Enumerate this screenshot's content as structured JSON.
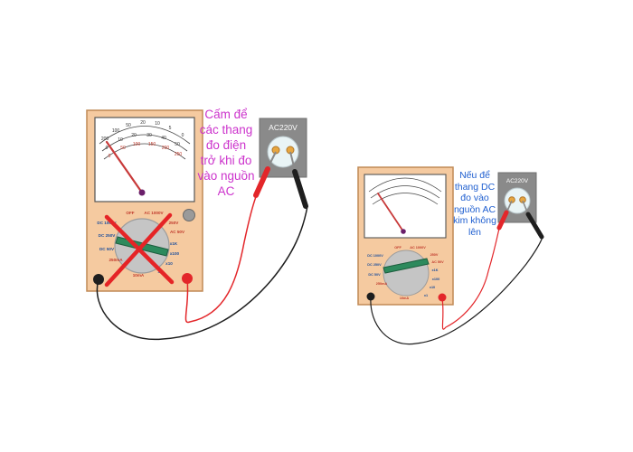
{
  "colors": {
    "meter_body": "#f5caa0",
    "meter_outline": "#c08a56",
    "dial": "#c5c5c5",
    "selector": "#2d8a5d",
    "needle": "#c83a3a",
    "cross": "#e52426",
    "socket_box": "#8a8a8a",
    "socket_face": "#e9f4f6",
    "socket_hole": "#e7a640",
    "note_left": "#cc33cc",
    "note_right": "#1f5fd0",
    "probe_red": "#e3262a",
    "probe_black": "#1e1e1e"
  },
  "left_setup": {
    "socket_label": "AC220V",
    "note": "Cấm để\ncác thang\nđo điện\ntrở khi đo\nvào nguồn\nAC",
    "scale_top": [
      "200",
      "100",
      "50",
      "20",
      "10",
      "5",
      "0"
    ],
    "scale_mid": [
      "0",
      "10",
      "20",
      "30",
      "40",
      "50"
    ],
    "scale_low": [
      "0",
      "50",
      "100",
      "150",
      "200",
      "250"
    ],
    "dial_labels": [
      "OFF",
      "AC 1000V",
      "DC 1000V",
      "250V",
      "DC 250V",
      "AC 50V",
      "DC 50V",
      "x1K",
      "x100",
      "250mA",
      "x10",
      "10mA",
      "x1"
    ]
  },
  "right_setup": {
    "socket_label": "AC220V",
    "note": "Nếu để\nthang DC\nđo vào\nnguồn AC\nkim không\nlên",
    "dial_labels": [
      "OFF",
      "AC 1000V",
      "DC 1000V",
      "250V",
      "DC 250V",
      "AC 50V",
      "DC 50V",
      "x1K",
      "x100",
      "250mA",
      "x10",
      "10mA",
      "x1"
    ]
  }
}
